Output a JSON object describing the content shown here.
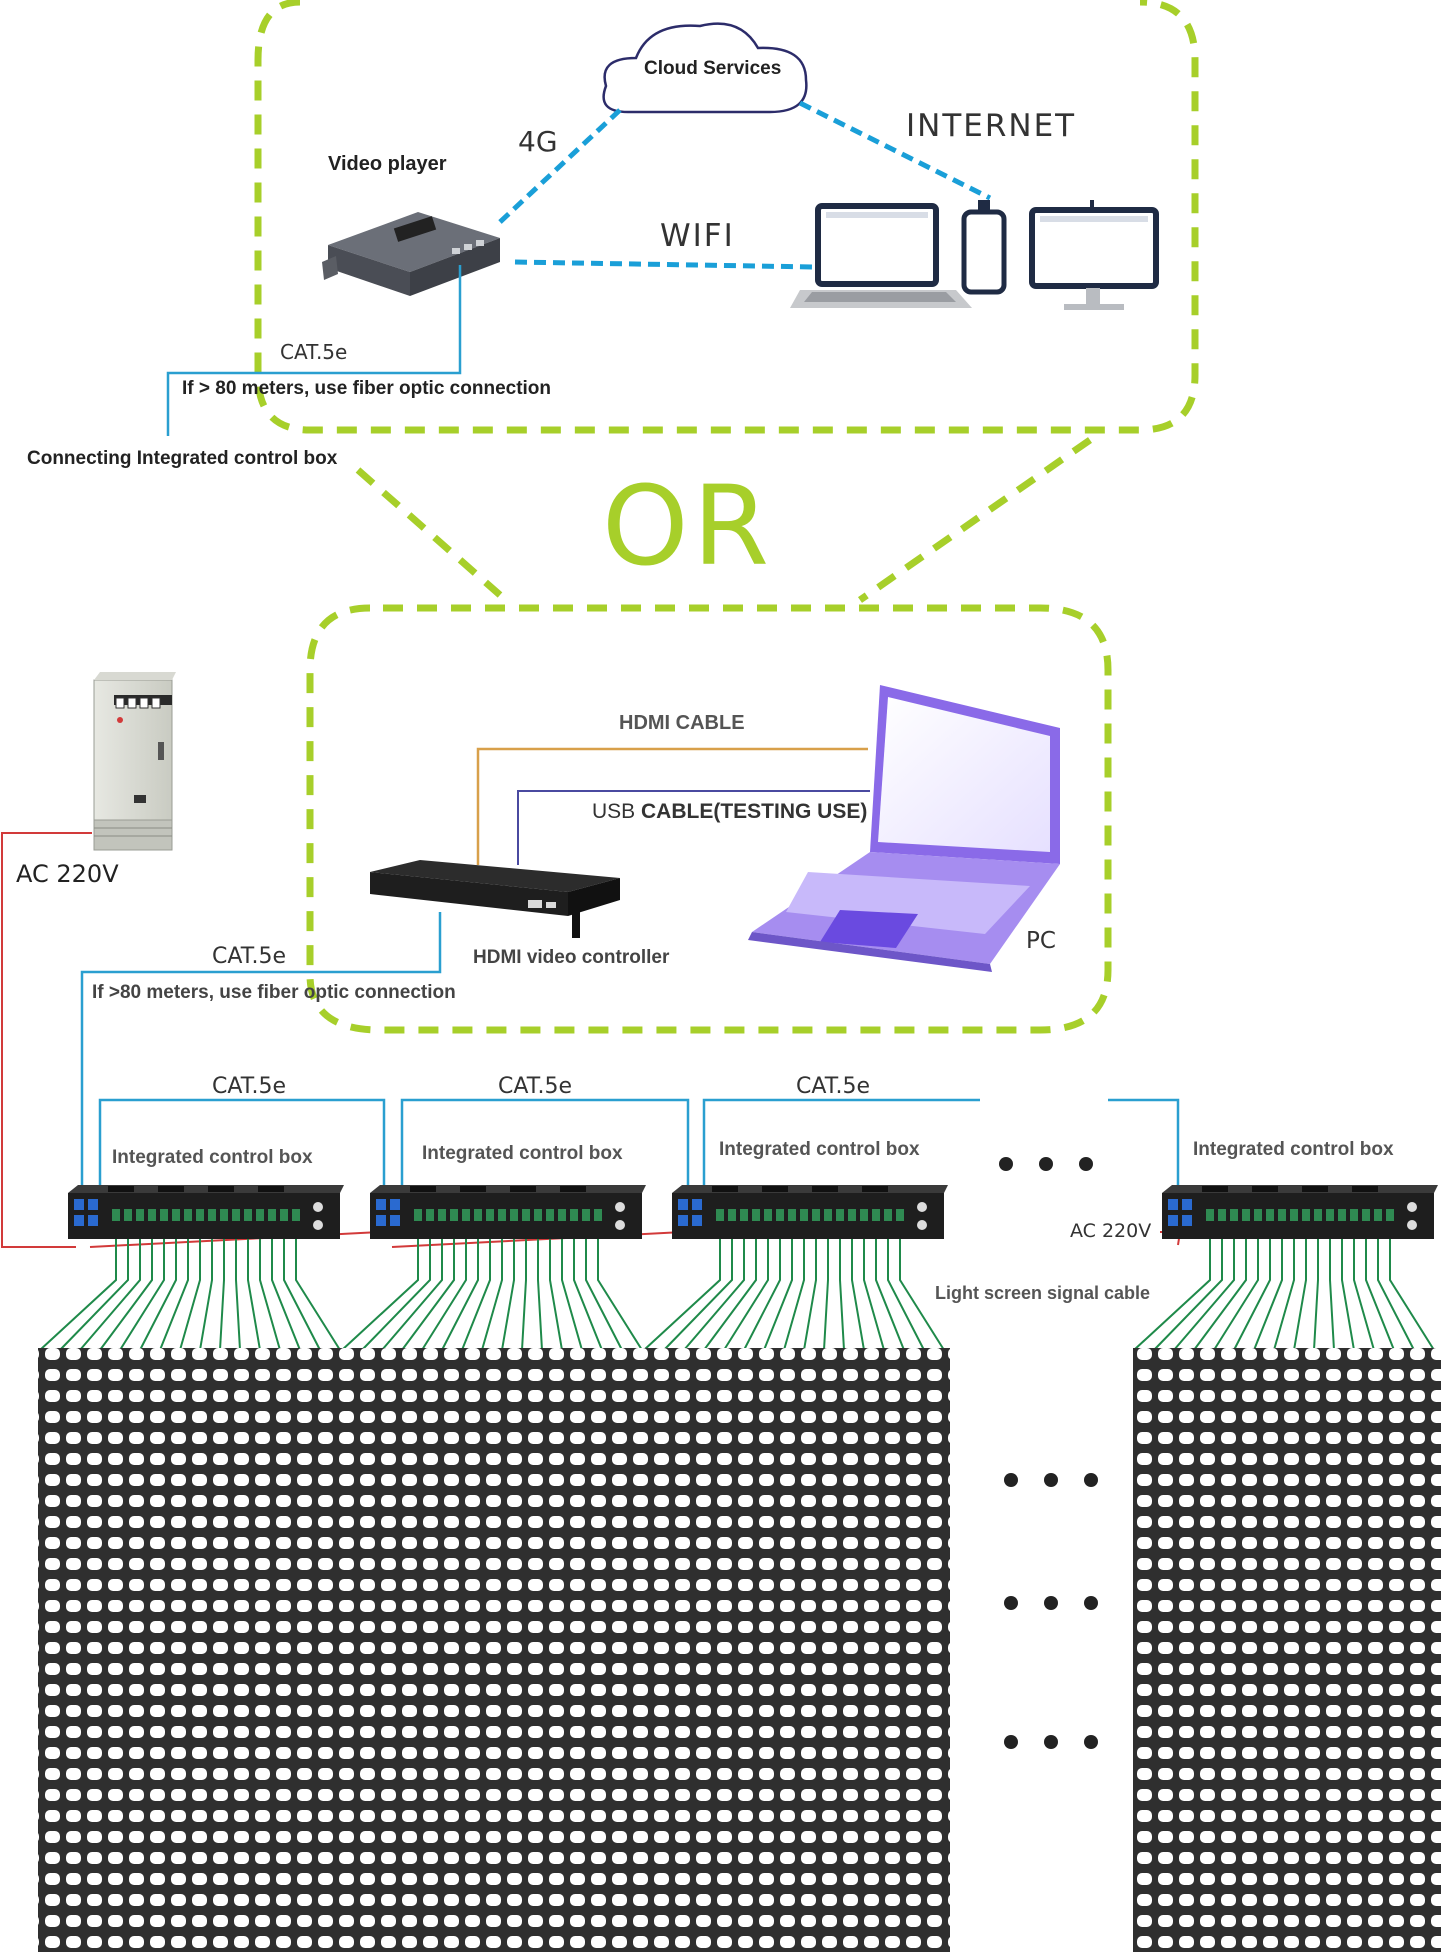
{
  "colors": {
    "dash_green": "#a7cf2a",
    "dash_blue": "#1a9fd8",
    "cable_blue": "#2a9fd0",
    "power_red": "#d23a3a",
    "hdmi_orange": "#d8a04a",
    "usb_purple": "#4a4aa0",
    "signal_green": "#1f8a4a",
    "mesh_dark": "#2f2f2f",
    "laptop_purple": "#8a6ae8"
  },
  "top_section": {
    "cloud_label": "Cloud Services",
    "link_4g_label": "4G",
    "internet_label": "INTERNET",
    "wifi_label": "WIFI",
    "video_player_label": "Video player",
    "cat5e_label": "CAT.5e",
    "fiber_note": "If > 80 meters, use fiber optic connection",
    "connect_label": "Connecting Integrated control box"
  },
  "or_label": "OR",
  "middle_section": {
    "ac_label": "AC 220V",
    "hdmi_cable_label": "HDMI CABLE",
    "usb_cable_label_prefix": "USB ",
    "usb_cable_label_bold": "CABLE(TESTING USE)",
    "hdmi_controller_label": "HDMI video controller",
    "pc_label": "PC",
    "cat5e_label": "CAT.5e",
    "fiber_note": "If >80 meters, use fiber optic connection"
  },
  "bottom_section": {
    "chain_cat5e_labels": [
      "CAT.5e",
      "CAT.5e",
      "CAT.5e"
    ],
    "box_labels": [
      "Integrated control box",
      "Integrated control box",
      "Integrated control box",
      "Integrated control box"
    ],
    "ac_label": "AC 220V",
    "signal_cable_label": "Light screen signal cable"
  },
  "icons": [
    "cloud-icon",
    "video-player-icon",
    "laptop-icon",
    "phone-icon",
    "monitor-icon",
    "electrical-cabinet-icon",
    "hdmi-controller-icon",
    "pc-laptop-icon",
    "control-box-icon",
    "led-mesh-panel",
    "ellipsis-icon"
  ]
}
